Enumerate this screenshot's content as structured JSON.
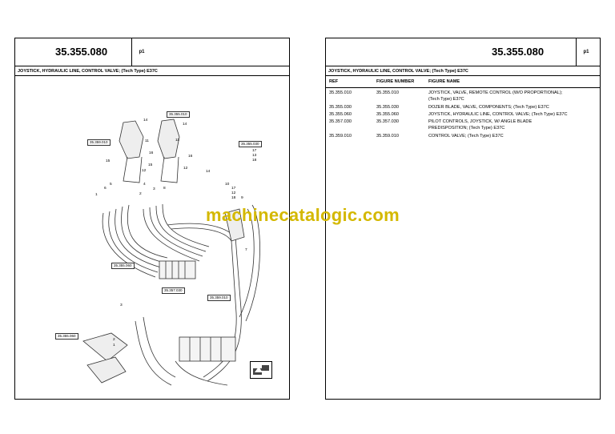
{
  "left_panel": {
    "code": "35.355.080",
    "page": "p1",
    "title": "JOYSTICK, HYDRAULIC LINE, CONTROL VALVE; (Tech Type) E37C"
  },
  "right_panel": {
    "code": "35.355.080",
    "page": "p1",
    "title": "JOYSTICK, HYDRAULIC LINE, CONTROL VALVE; (Tech Type) E37C",
    "table": {
      "headers": {
        "ref": "REF",
        "figure_number": "FIGURE NUMBER",
        "figure_name": "FIGURE NAME"
      },
      "rows": [
        {
          "ref": "35.355.010",
          "figure_number": "35.355.010",
          "name_line1": "JOYSTICK, VALVE, REMOTE CONTROL (W/O PROPORTIONAL);",
          "name_line2": "(Tech Type) E37C"
        },
        {
          "ref": "35.355.030",
          "figure_number": "35.355.030",
          "name_line1": "DOZER BLADE, VALVE, COMPONENTS; (Tech Type) E37C",
          "name_line2": ""
        },
        {
          "ref": "35.355.060",
          "figure_number": "35.355.060",
          "name_line1": "JOYSTICK, HYDRAULIC LINE, CONTROL VALVE; (Tech Type) E37C",
          "name_line2": ""
        },
        {
          "ref": "35.357.030",
          "figure_number": "35.357.030",
          "name_line1": "PILOT CONTROLS, JOYSTICK, W/ ANGLE BLADE",
          "name_line2": "PREDISPOSITION; (Tech Type) E37C"
        },
        {
          "ref": "35.359.010",
          "figure_number": "35.359.010",
          "name_line1": "CONTROL VALVE; (Tech Type) E37C",
          "name_line2": ""
        }
      ]
    }
  },
  "watermark": "machinecatalogic.com",
  "diagram": {
    "callouts": [
      "35.359.010",
      "35.355.010",
      "35.355.030",
      "35.355.060",
      "35.357.030",
      "35.359.010",
      "35.355.060"
    ],
    "numbers": [
      "14",
      "14",
      "11",
      "16",
      "15",
      "12",
      "1",
      "5",
      "6",
      "2",
      "4",
      "11",
      "16",
      "15",
      "3",
      "12",
      "8",
      "17",
      "13",
      "18",
      "14",
      "10",
      "17",
      "12",
      "18",
      "9",
      "7",
      "3",
      "2",
      "1"
    ]
  }
}
